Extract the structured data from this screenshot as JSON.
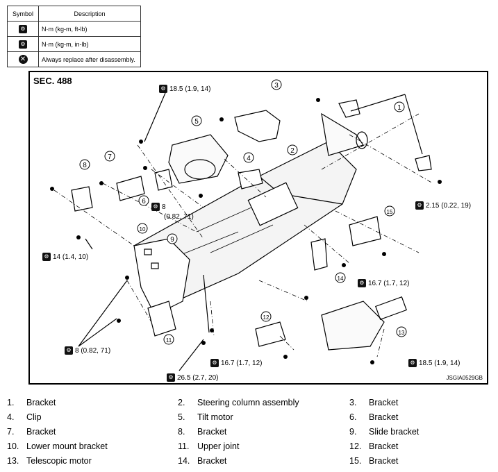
{
  "legend": {
    "header_symbol": "Symbol",
    "header_description": "Description",
    "rows": [
      {
        "icon": "torque-wrench-icon",
        "description": "N·m (kg-m, ft-lb)"
      },
      {
        "icon": "torque-wrench-inlb-icon",
        "description": "N·m (kg-m, in-lb)"
      },
      {
        "icon": "always-replace-icon",
        "description": "Always replace after disassembly."
      }
    ]
  },
  "diagram": {
    "section": "SEC. 488",
    "image_code": "JSGIA0529GB",
    "torque_labels": {
      "t1": "18.5 (1.9, 14)",
      "t2": "8",
      "t2b": "(0.82, 71)",
      "t3": "2.15 (0.22, 19)",
      "t4": "14 (1.4, 10)",
      "t5": "16.7 (1.7, 12)",
      "t6": "8 (0.82, 71)",
      "t7": "16.7 (1.7, 12)",
      "t8": "18.5 (1.9, 14)",
      "t9": "26.5 (2.7, 20)"
    },
    "callouts": [
      "1",
      "2",
      "3",
      "4",
      "5",
      "6",
      "7",
      "8",
      "9",
      "10",
      "11",
      "12",
      "13",
      "14",
      "15"
    ]
  },
  "parts": [
    {
      "num": "1.",
      "name": "Bracket"
    },
    {
      "num": "2.",
      "name": "Steering column assembly"
    },
    {
      "num": "3.",
      "name": "Bracket"
    },
    {
      "num": "4.",
      "name": "Clip"
    },
    {
      "num": "5.",
      "name": "Tilt motor"
    },
    {
      "num": "6.",
      "name": "Bracket"
    },
    {
      "num": "7.",
      "name": "Bracket"
    },
    {
      "num": "8.",
      "name": "Bracket"
    },
    {
      "num": "9.",
      "name": "Slide bracket"
    },
    {
      "num": "10.",
      "name": "Lower mount bracket"
    },
    {
      "num": "11.",
      "name": "Upper joint"
    },
    {
      "num": "12.",
      "name": "Bracket"
    },
    {
      "num": "13.",
      "name": "Telescopic motor"
    },
    {
      "num": "14.",
      "name": "Bracket"
    },
    {
      "num": "15.",
      "name": "Bracket"
    }
  ]
}
